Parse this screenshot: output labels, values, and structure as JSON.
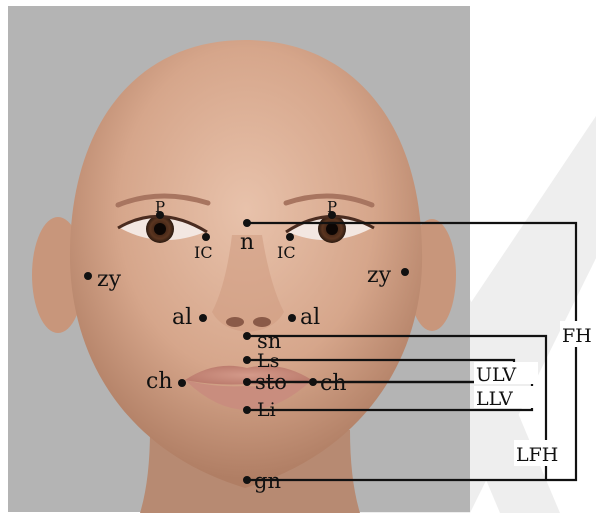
{
  "landmarks": [
    {
      "id": "p_left",
      "text": "P"
    },
    {
      "id": "p_right",
      "text": "P"
    },
    {
      "id": "n",
      "text": "n"
    },
    {
      "id": "ic_left",
      "text": "IC"
    },
    {
      "id": "ic_right",
      "text": "IC"
    },
    {
      "id": "zy_left",
      "text": "zy"
    },
    {
      "id": "zy_right",
      "text": "zy"
    },
    {
      "id": "al_left",
      "text": "al"
    },
    {
      "id": "al_right",
      "text": "al"
    },
    {
      "id": "sn",
      "text": "sn"
    },
    {
      "id": "ls",
      "text": "Ls"
    },
    {
      "id": "ch_left",
      "text": "ch"
    },
    {
      "id": "sto",
      "text": "sto"
    },
    {
      "id": "ch_right",
      "text": "ch"
    },
    {
      "id": "li",
      "text": "Li"
    },
    {
      "id": "gn",
      "text": "gn"
    }
  ],
  "measurements": {
    "fh": "FH",
    "ulv": "ULV",
    "llv": "LLV",
    "lfh": "LFH"
  },
  "colors": {
    "backdrop": "#b4b4b4",
    "skin": "#d7a98f",
    "line": "#111111",
    "watermark": "#eeeeee"
  }
}
